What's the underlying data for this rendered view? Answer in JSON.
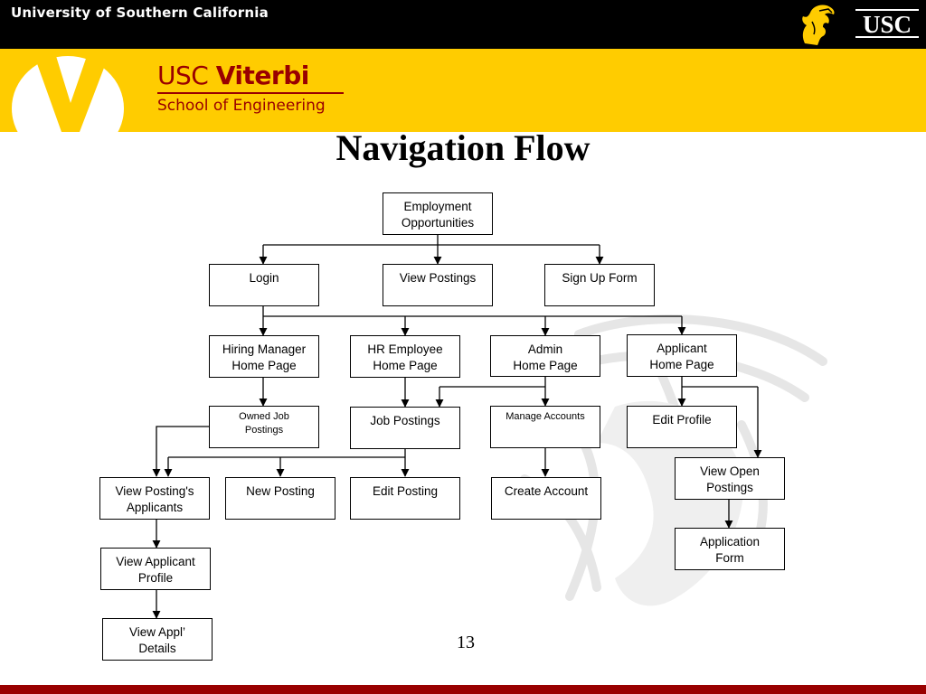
{
  "header": {
    "university": "University of Southern California",
    "usc_mark": "USC",
    "school_name": "USC Viterbi",
    "school_name_usc": "USC",
    "school_name_viterbi": "Viterbi",
    "school_sub": "School of Engineering",
    "colors": {
      "cardinal": "#990000",
      "gold": "#FFCC00",
      "black": "#000000"
    }
  },
  "slide": {
    "title": "Navigation Flow",
    "page_number": "13"
  },
  "diagram": {
    "nodes": {
      "employment": "Employment\nOpportunities",
      "login": "Login",
      "view_postings": "View Postings",
      "signup": "Sign Up Form",
      "hiring_home": "Hiring Manager\nHome Page",
      "hr_home": "HR Employee\nHome Page",
      "admin_home": "Admin\nHome Page",
      "applicant_home": "Applicant\nHome Page",
      "owned_postings": "Owned Job\nPostings",
      "job_postings": "Job Postings",
      "manage_accounts": "Manage Accounts",
      "edit_profile": "Edit Profile",
      "view_applicants": "View Posting's\nApplicants",
      "new_posting": "New Posting",
      "edit_posting": "Edit Posting",
      "create_account": "Create Account",
      "view_open_postings": "View Open\nPostings",
      "view_applicant_profile": "View Applicant\nProfile",
      "application_form": "Application\nForm",
      "view_appl_details": "View Appl’\nDetails"
    },
    "edges": [
      [
        "employment",
        "login"
      ],
      [
        "employment",
        "view_postings"
      ],
      [
        "employment",
        "signup"
      ],
      [
        "login",
        "hiring_home"
      ],
      [
        "login",
        "hr_home"
      ],
      [
        "login",
        "admin_home"
      ],
      [
        "login",
        "applicant_home"
      ],
      [
        "hiring_home",
        "owned_postings"
      ],
      [
        "hr_home",
        "job_postings"
      ],
      [
        "admin_home",
        "job_postings"
      ],
      [
        "admin_home",
        "manage_accounts"
      ],
      [
        "applicant_home",
        "edit_profile"
      ],
      [
        "applicant_home",
        "view_open_postings"
      ],
      [
        "owned_postings",
        "view_applicants"
      ],
      [
        "job_postings",
        "view_applicants"
      ],
      [
        "job_postings",
        "new_posting"
      ],
      [
        "job_postings",
        "edit_posting"
      ],
      [
        "manage_accounts",
        "create_account"
      ],
      [
        "view_open_postings",
        "application_form"
      ],
      [
        "view_applicants",
        "view_applicant_profile"
      ],
      [
        "view_applicant_profile",
        "view_appl_details"
      ]
    ]
  }
}
